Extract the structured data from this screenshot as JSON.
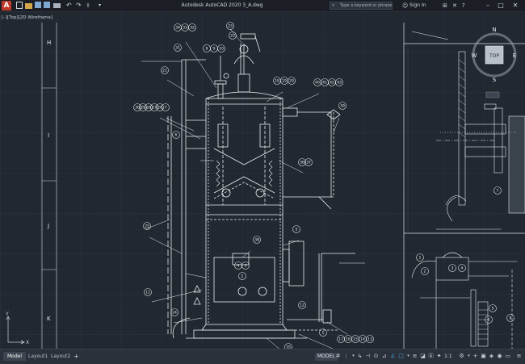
{
  "app": {
    "logo_letter": "A",
    "title": "Autodesk AutoCAD 2020    3_A.dwg",
    "search_placeholder": "Type a keyword or phrase",
    "signin_label": "Sign In"
  },
  "viewport": {
    "label": "[–][Top][2D Wireframe]"
  },
  "viewcube": {
    "top": "TOP",
    "n": "N",
    "s": "S",
    "e": "E",
    "w": "W"
  },
  "grid_labels": [
    "H",
    "I",
    "J",
    "K"
  ],
  "ucs": {
    "y": "Y",
    "x": "X"
  },
  "balloons": {
    "top_cluster": [
      "34",
      "33",
      "32"
    ],
    "upper_left": [
      "8",
      "9",
      "10"
    ],
    "left_stack": [
      "30",
      "29",
      "28",
      "27",
      "26",
      "7"
    ],
    "mid_right": [
      "18",
      "19",
      "20"
    ],
    "far_right": [
      "40",
      "41",
      "42",
      "43"
    ],
    "lower_right": [
      "17",
      "16",
      "15",
      "14",
      "13"
    ],
    "singles": [
      "23",
      "22",
      "31",
      "21",
      "6",
      "5",
      "36",
      "37",
      "38",
      "4",
      "3",
      "2",
      "24",
      "25",
      "11",
      "12",
      "39",
      "35",
      "1"
    ]
  },
  "detail_balloons": [
    "1",
    "2",
    "3",
    "4",
    "5",
    "6",
    "7",
    "8"
  ],
  "layout_tabs": {
    "model": "Model",
    "layout1": "Layout1",
    "layout2": "Layout2",
    "add": "+"
  },
  "status": {
    "model": "MODEL",
    "scale": "1:1"
  },
  "colors": {
    "background": "#212830",
    "linework": "#e8ecf0",
    "grid": "#2c343e",
    "accent": "#4aa3df"
  }
}
